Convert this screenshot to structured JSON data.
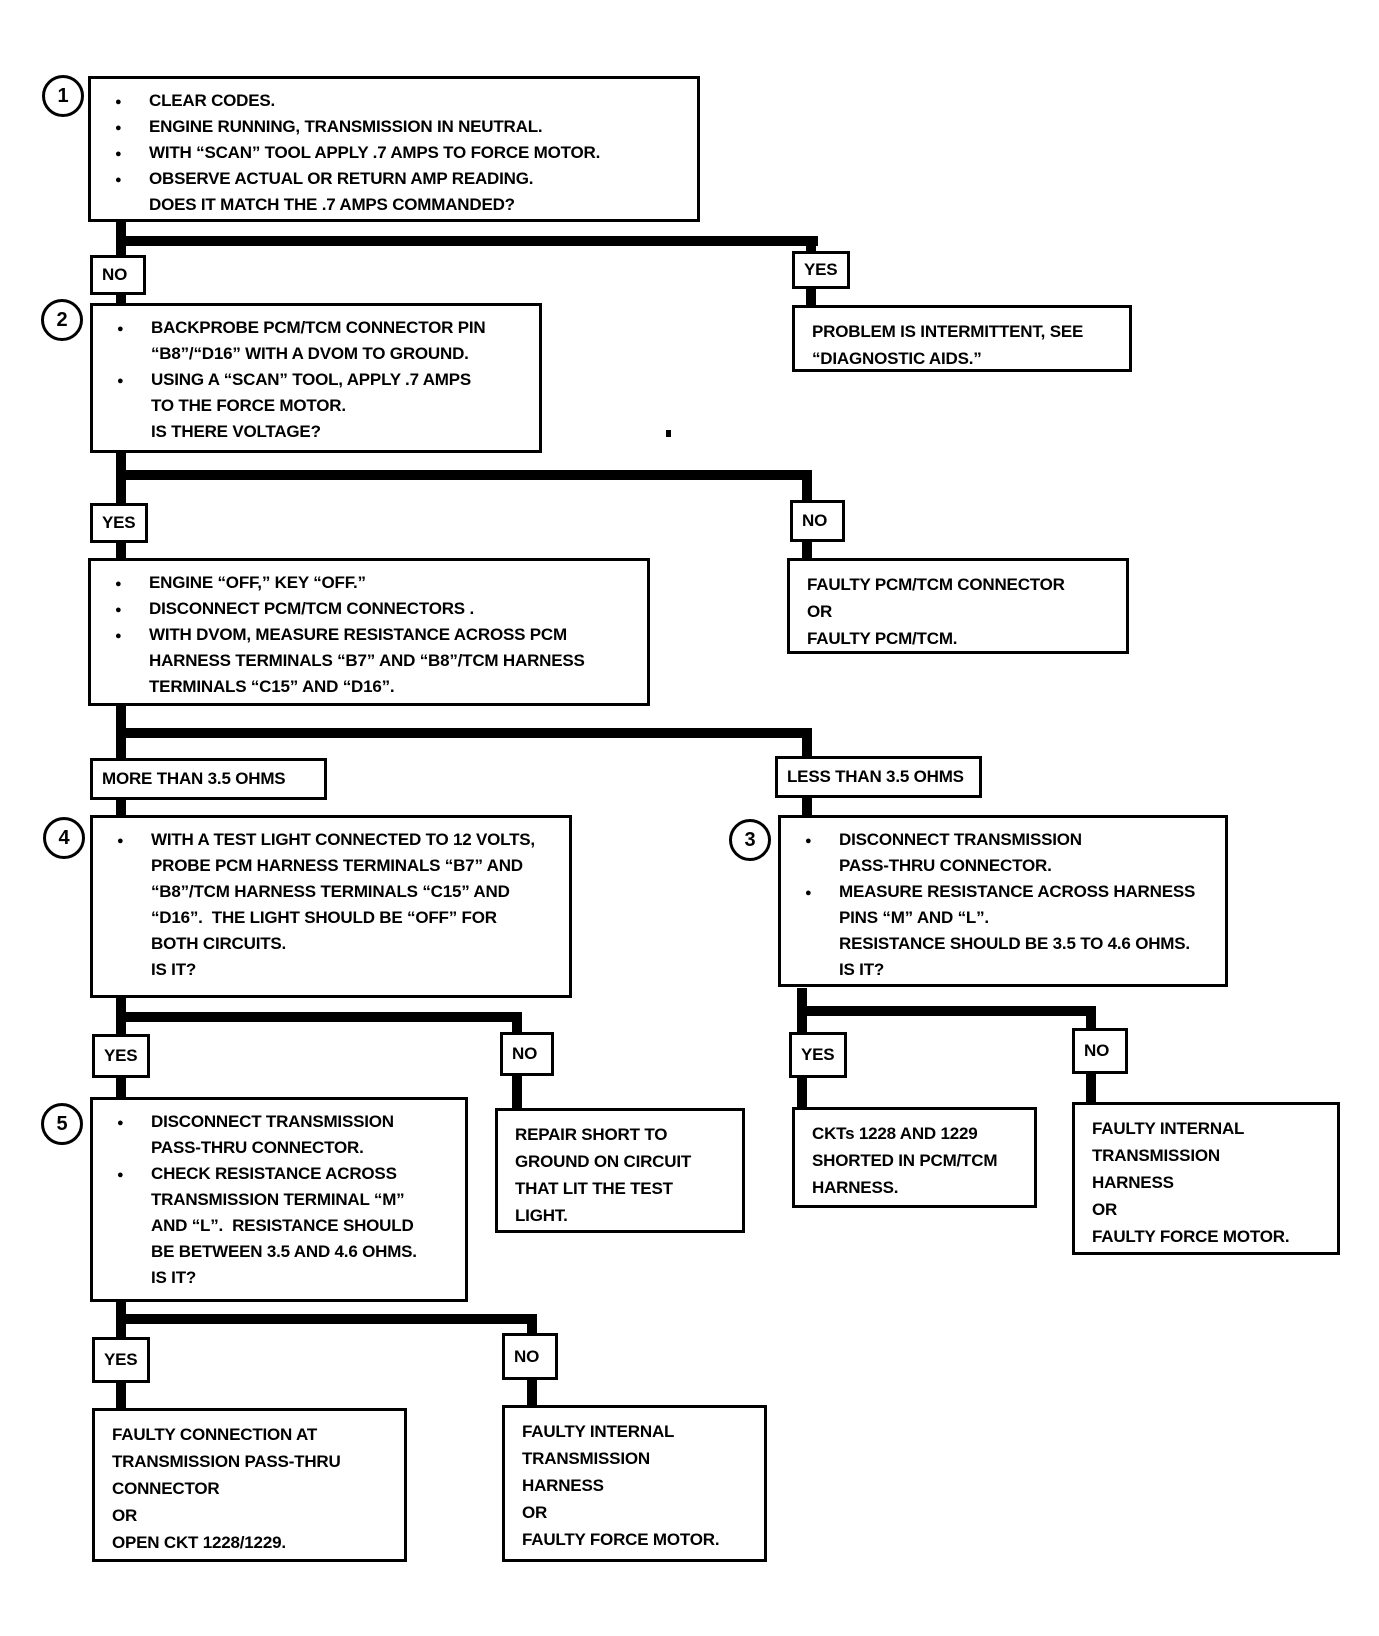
{
  "flowchart": {
    "ink_color": "#000000",
    "paper_color": "#ffffff",
    "nodes": {
      "step1": {
        "step": "1",
        "lines": [
          "● CLEAR CODES.",
          "● ENGINE RUNNING, TRANSMISSION IN NEUTRAL.",
          "● WITH “SCAN” TOOL APPLY .7 AMPS TO FORCE MOTOR.",
          "● OBSERVE ACTUAL OR RETURN AMP READING.",
          "DOES IT MATCH THE .7 AMPS COMMANDED?"
        ]
      },
      "step2": {
        "step": "2",
        "lines": [
          "● BACKPROBE PCM/TCM CONNECTOR PIN",
          "“B8”/“D16” WITH A DVOM TO GROUND.",
          "● USING A “SCAN” TOOL, APPLY .7 AMPS",
          "TO THE FORCE MOTOR.",
          "IS THERE VOLTAGE?"
        ]
      },
      "problem_intermittent": {
        "lines": [
          "PROBLEM IS INTERMITTENT, SEE",
          "“DIAGNOSTIC AIDS.”"
        ]
      },
      "engine_off": {
        "lines": [
          "● ENGINE “OFF,” KEY “OFF.”",
          "● DISCONNECT PCM/TCM CONNECTORS .",
          "● WITH DVOM, MEASURE RESISTANCE ACROSS PCM",
          "HARNESS TERMINALS “B7” AND “B8”/TCM HARNESS",
          "TERMINALS “C15” AND “D16”."
        ]
      },
      "faulty_pcm": {
        "lines": [
          "FAULTY PCM/TCM CONNECTOR",
          "OR",
          "FAULTY PCM/TCM."
        ]
      },
      "step4": {
        "step": "4",
        "lines": [
          "● WITH A TEST LIGHT CONNECTED TO 12 VOLTS,",
          "PROBE PCM HARNESS TERMINALS “B7” AND",
          "“B8”/TCM HARNESS TERMINALS “C15” AND",
          "“D16”.  THE LIGHT SHOULD BE “OFF” FOR",
          "BOTH CIRCUITS.",
          "IS IT?"
        ]
      },
      "step3": {
        "step": "3",
        "lines": [
          "● DISCONNECT TRANSMISSION",
          "PASS-THRU CONNECTOR.",
          "● MEASURE RESISTANCE ACROSS HARNESS",
          "PINS “M” AND “L”.",
          "RESISTANCE SHOULD BE 3.5 TO 4.6 OHMS.",
          "IS IT?"
        ]
      },
      "step5": {
        "step": "5",
        "lines": [
          "● DISCONNECT TRANSMISSION",
          "PASS-THRU CONNECTOR.",
          "● CHECK RESISTANCE ACROSS",
          "TRANSMISSION TERMINAL “M”",
          "AND “L”.  RESISTANCE SHOULD",
          "BE BETWEEN 3.5 AND 4.6 OHMS.",
          "IS IT?"
        ]
      },
      "repair_short": {
        "lines": [
          "REPAIR SHORT TO",
          "GROUND ON CIRCUIT",
          "THAT LIT THE TEST",
          "LIGHT."
        ]
      },
      "ckts_shorted": {
        "lines": [
          "CKTs 1228 AND 1229",
          "SHORTED IN PCM/TCM",
          "HARNESS."
        ]
      },
      "faulty_internal_right": {
        "lines": [
          "FAULTY INTERNAL",
          "TRANSMISSION",
          "HARNESS",
          "OR",
          "FAULTY FORCE MOTOR."
        ]
      },
      "faulty_connection": {
        "lines": [
          "FAULTY CONNECTION AT",
          "TRANSMISSION PASS-THRU",
          "CONNECTOR",
          "OR",
          "OPEN CKT 1228/1229."
        ]
      },
      "faulty_internal_bottom": {
        "lines": [
          "FAULTY INTERNAL",
          "TRANSMISSION",
          "HARNESS",
          "OR",
          "FAULTY FORCE MOTOR."
        ]
      }
    },
    "labels": {
      "no1": "NO",
      "yes1": "YES",
      "yes2": "YES",
      "no2": "NO",
      "more_than": "MORE THAN 3.5 OHMS",
      "less_than": "LESS THAN 3.5 OHMS",
      "yes3": "YES",
      "no3": "NO",
      "yes4": "YES",
      "no4": "NO",
      "yes5": "YES",
      "no5": "NO"
    }
  }
}
